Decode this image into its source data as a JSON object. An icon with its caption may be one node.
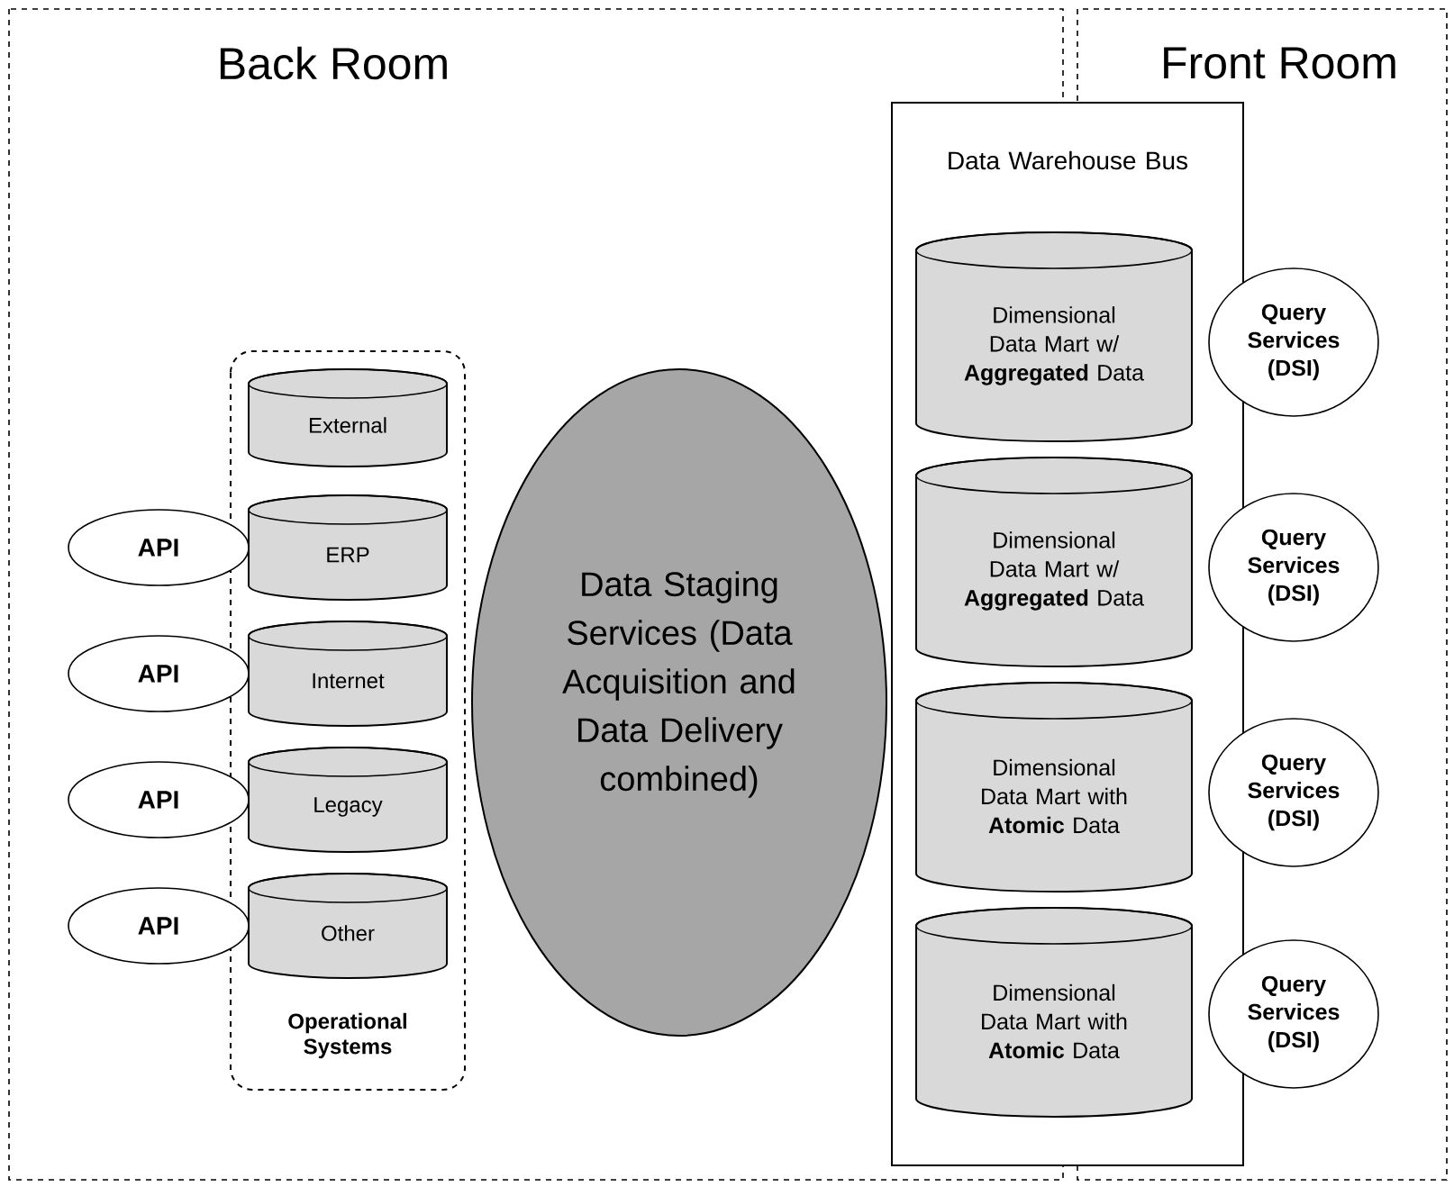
{
  "diagram": {
    "nodes": [
      {
        "text": [
          "Back Room"
        ]
      },
      {
        "text": [
          "Front Room"
        ]
      },
      {
        "text": [
          "Operational Systems"
        ],
        "in": 0
      },
      {
        "text": [
          "External"
        ],
        "in": 2
      },
      {
        "text": [
          "ERP"
        ],
        "in": 2
      },
      {
        "text": [
          "Internet"
        ],
        "in": 2
      },
      {
        "text": [
          "Legacy"
        ],
        "in": 2
      },
      {
        "text": [
          "Other"
        ],
        "in": 2
      },
      {
        "text": [
          "API"
        ],
        "in": 0
      },
      {
        "text": [
          "API"
        ],
        "in": 0
      },
      {
        "text": [
          "API"
        ],
        "in": 0
      },
      {
        "text": [
          "API"
        ],
        "in": 0
      },
      {
        "text": [
          "Data Staging Services (Data Acquisition and Data Delivery combined)"
        ],
        "in": 0
      },
      {
        "text": [
          "Data Warehouse Bus"
        ]
      },
      {
        "text": [
          "Dimensional Data Mart w/ **Aggregated** Data"
        ],
        "in": 13
      },
      {
        "text": [
          "Dimensional Data Mart w/ **Aggregated** Data"
        ],
        "in": 13
      },
      {
        "text": [
          "Dimensional Data Mart with **Atomic** Data"
        ],
        "in": 13
      },
      {
        "text": [
          "Dimensional Data Mart with **Atomic** Data"
        ],
        "in": 13
      },
      {
        "text": [
          "Query Services (DSI)"
        ],
        "in": 1
      },
      {
        "text": [
          "Query Services (DSI)"
        ],
        "in": 1
      },
      {
        "text": [
          "Query Services (DSI)"
        ],
        "in": 1
      },
      {
        "text": [
          "Query Services (DSI)"
        ],
        "in": 1
      }
    ]
  }
}
